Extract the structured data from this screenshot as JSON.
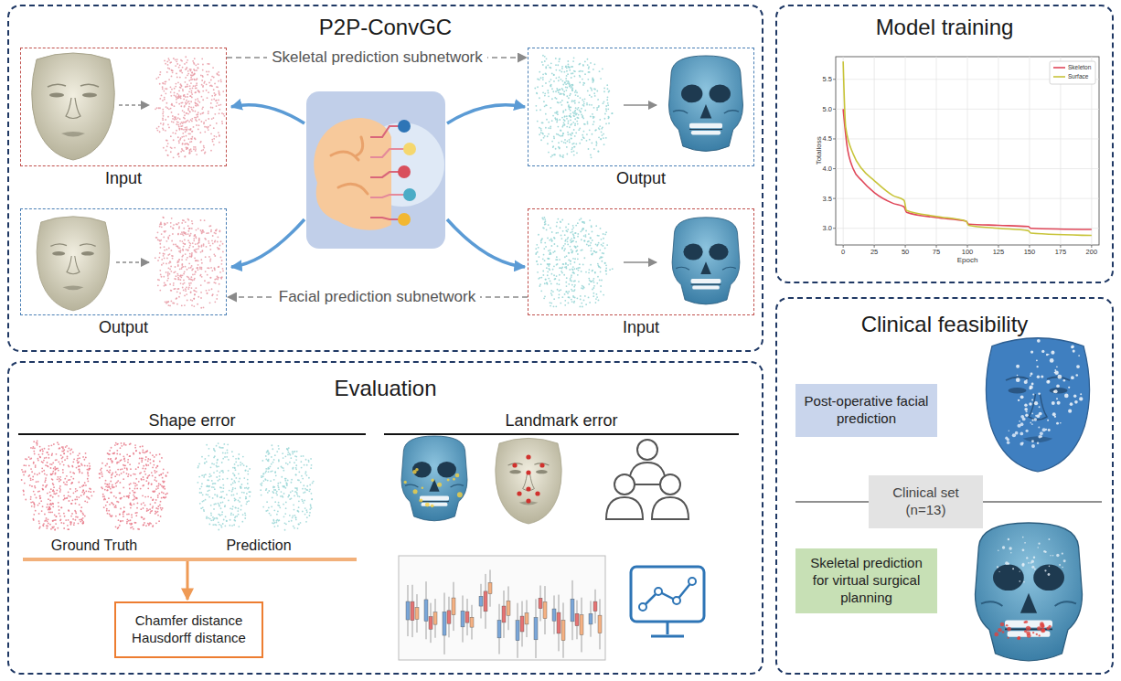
{
  "diagram": {
    "nodes": [
      {
        "text": [
          "P2P-ConvGC"
        ]
      },
      {
        "text": [
          "Input"
        ],
        "in": 0
      },
      {
        "text": [
          "Output"
        ],
        "in": 0
      },
      {
        "text": [
          "Output"
        ],
        "in": 0
      },
      {
        "text": [
          "Input"
        ],
        "in": 0
      },
      {
        "text": [
          "Model training"
        ]
      },
      {
        "text": [
          "Evaluation"
        ]
      },
      {
        "text": [
          "Chamfer distance Hausdorff distance"
        ],
        "in": 6
      },
      {
        "text": [
          "Clinical feasibility"
        ]
      },
      {
        "text": [
          "Post-operative facial prediction"
        ],
        "in": 8
      },
      {
        "text": [
          "Clinical set (n=13)"
        ],
        "in": 8
      },
      {
        "text": [
          "Skeletal prediction for virtual surgical planning"
        ],
        "in": 8
      }
    ],
    "edges": [
      {
        "from": 1,
        "to": 2,
        "arrow": "to",
        "label": "Skeletal prediction subnetwork"
      },
      {
        "from": 4,
        "to": 3,
        "arrow": "to",
        "label": "Facial prediction subnetwork"
      }
    ],
    "labels": [
      "Shape error",
      "Landmark error",
      "Ground Truth",
      "Prediction",
      "Totalloss",
      "Epoch",
      "5.5",
      "5.0",
      "4.5",
      "4.0",
      "3.5",
      "3.0",
      "0",
      "25",
      "50",
      "75",
      "100",
      "125",
      "150",
      "175",
      "200"
    ],
    "legend": [
      {
        "text": "Skeleton"
      },
      {
        "text": "Surface"
      }
    ]
  }
}
